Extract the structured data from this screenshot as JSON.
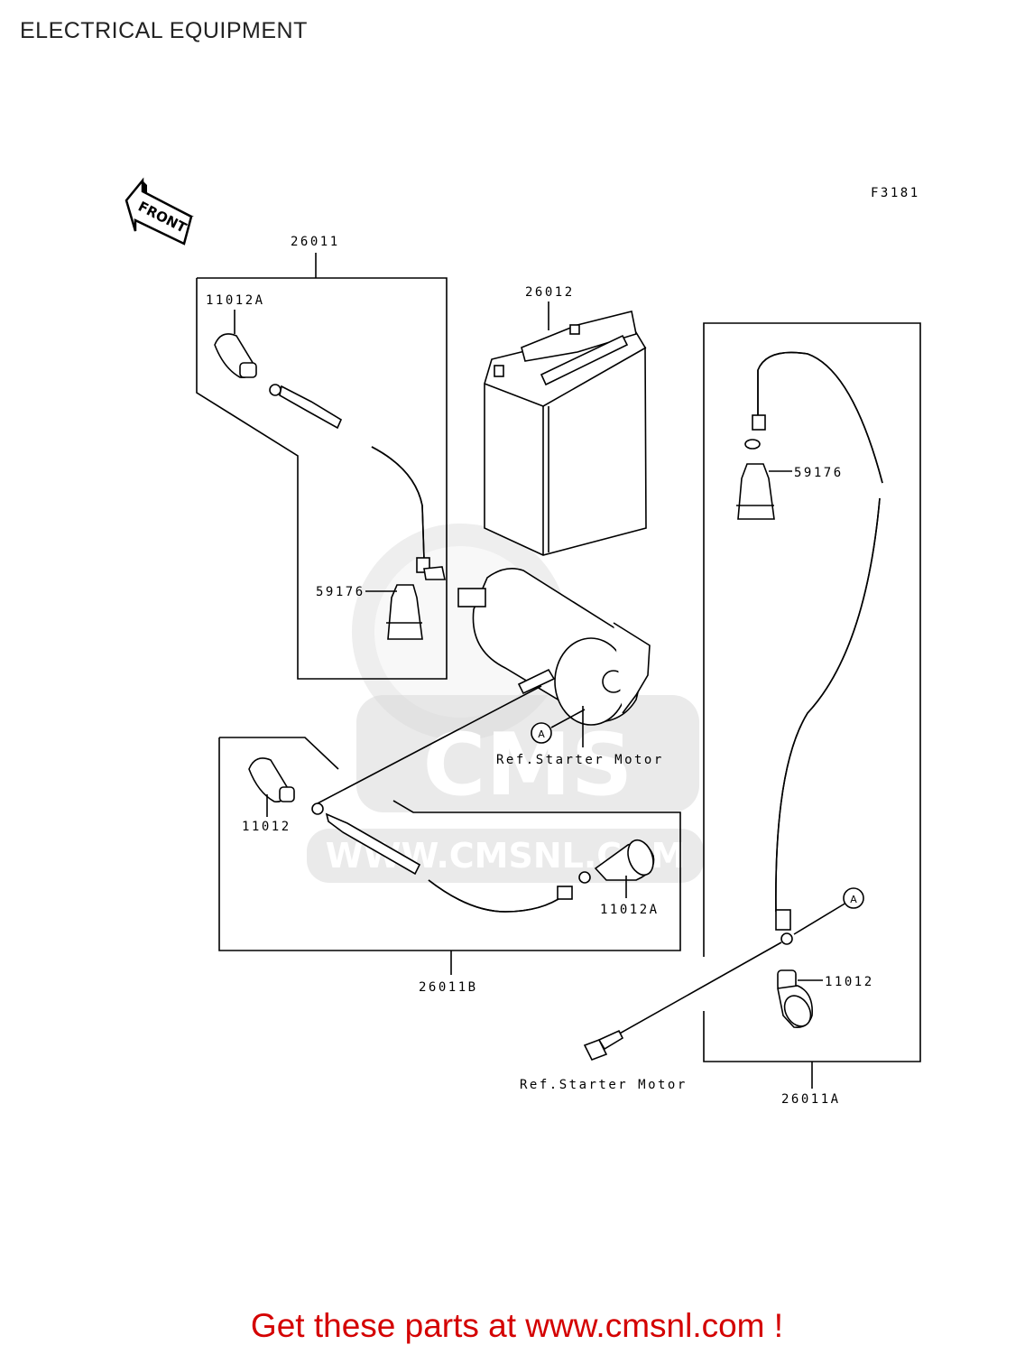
{
  "page": {
    "title": "ELECTRICAL EQUIPMENT",
    "figure_code": "F3181",
    "footer": "Get these parts at www.cmsnl.com !"
  },
  "front_arrow": {
    "label": "FRONT"
  },
  "watermark": {
    "logo_text": "CMS",
    "url_text": "WWW.CMSNL.COM"
  },
  "callouts": {
    "c26011": "26011",
    "c11012A_top": "11012A",
    "c26012": "26012",
    "c59176_left": "59176",
    "c59176_right": "59176",
    "c11012_left": "11012",
    "c11012A_bottom": "11012A",
    "c26011B": "26011B",
    "c11012_right": "11012",
    "c26011A": "26011A",
    "ref_starter_motor_1": "Ref.Starter Motor",
    "ref_starter_motor_2": "Ref.Starter Motor",
    "marker_a_1": "A",
    "marker_a_2": "A"
  }
}
